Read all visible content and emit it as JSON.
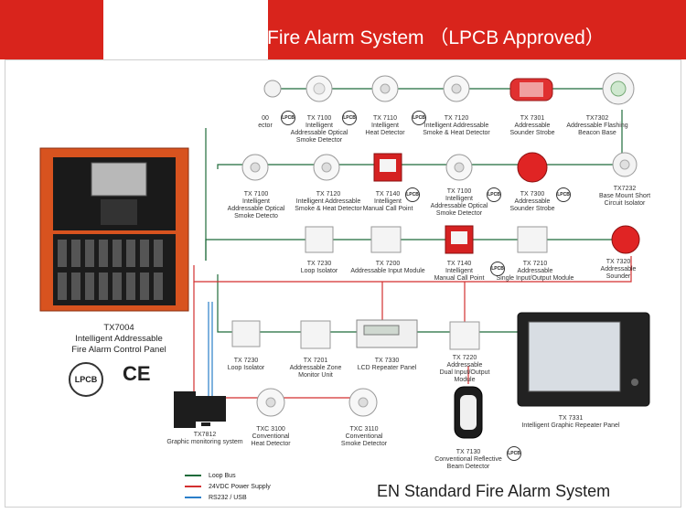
{
  "header": {
    "title": "Fire Alarm System （LPCB Approved）"
  },
  "footer": {
    "title": "EN Standard Fire Alarm System"
  },
  "colors": {
    "header": "#d9241c",
    "loop_bus": "#1e6b3a",
    "power_24v": "#d32f2f",
    "rs232_usb": "#2a7ec9"
  },
  "legend": [
    {
      "label": "Loop Bus",
      "color": "#1e6b3a"
    },
    {
      "label": "24VDC Power Supply",
      "color": "#d32f2f"
    },
    {
      "label": "RS232 / USB",
      "color": "#2a7ec9"
    }
  ],
  "panel": {
    "lines": [
      "TX7004",
      "Intelligent Addressable",
      "Fire Alarm Control Panel"
    ],
    "lpcb": "LPCB",
    "ce": "CE"
  },
  "lpcb_badge": "LPCB",
  "devices": {
    "row1": [
      {
        "id": "tx7100a_partial",
        "lines": [
          "00",
          "ector"
        ]
      },
      {
        "id": "tx7100a",
        "lines": [
          "TX 7100",
          "Intelligent",
          "Addressable Optical",
          "Smoke Detector"
        ]
      },
      {
        "id": "tx7110",
        "lines": [
          "TX 7110",
          "Intelligent",
          "Heat Detector"
        ]
      },
      {
        "id": "tx7120a",
        "lines": [
          "TX 7120",
          "Intelligent Addressable",
          "Smoke & Heat Detector"
        ]
      },
      {
        "id": "tx7301",
        "lines": [
          "TX 7301",
          "Addressable",
          "Sounder Strobe"
        ]
      },
      {
        "id": "tx7302",
        "lines": [
          "TX7302",
          "Addressable Flashing",
          "Beacon Base"
        ]
      }
    ],
    "row2": [
      {
        "id": "tx7100b",
        "lines": [
          "TX 7100",
          "Intelligent",
          "Addressable Optical",
          "Smoke Detecto"
        ]
      },
      {
        "id": "tx7120b",
        "lines": [
          "TX 7120",
          "Intelligent Addressable",
          "Smoke & Heat Detector"
        ]
      },
      {
        "id": "tx7140a",
        "lines": [
          "TX 7140",
          "Intelligent",
          "Manual Call Point"
        ]
      },
      {
        "id": "tx7100c",
        "lines": [
          "TX 7100",
          "Intelligent",
          "Addressable Optical",
          "Smoke Detector"
        ]
      },
      {
        "id": "tx7300",
        "lines": [
          "TX 7300",
          "Addressable",
          "Sounder Strobe"
        ]
      },
      {
        "id": "tx7232",
        "lines": [
          "TX7232",
          "Base Mount Short",
          "Circuit Isolator"
        ]
      }
    ],
    "row3": [
      {
        "id": "tx7230a",
        "lines": [
          "TX 7230",
          "Loop Isolator"
        ]
      },
      {
        "id": "tx7200",
        "lines": [
          "TX 7200",
          "Addressable Input Module"
        ]
      },
      {
        "id": "tx7140b",
        "lines": [
          "TX 7140",
          "Intelligent",
          "Manual Call Point"
        ]
      },
      {
        "id": "tx7210",
        "lines": [
          "TX 7210",
          "Addressable",
          "Single Input/Output Module"
        ]
      },
      {
        "id": "tx7320",
        "lines": [
          "TX 7320",
          "Addressable",
          "Sounder"
        ]
      }
    ],
    "row4": [
      {
        "id": "tx7230b",
        "lines": [
          "TX 7230",
          "Loop Isolator"
        ]
      },
      {
        "id": "tx7201",
        "lines": [
          "TX 7201",
          "Addressable Zone",
          "Monitor Unit"
        ]
      },
      {
        "id": "tx7330",
        "lines": [
          "TX 7330",
          "LCD Repeater Panel"
        ]
      },
      {
        "id": "tx7220",
        "lines": [
          "TX 7220",
          "Addressable",
          "Dual Input/Output",
          "Module"
        ]
      },
      {
        "id": "tx7331",
        "lines": [
          "TX 7331",
          "Intelligent Graphic Repeater Panel"
        ]
      }
    ],
    "row5": [
      {
        "id": "tx7812",
        "lines": [
          "TX7812",
          "Graphic monitoring system"
        ]
      },
      {
        "id": "txc3100",
        "lines": [
          "TXC 3100",
          "Conventional",
          "Heat Detector"
        ]
      },
      {
        "id": "txc3110",
        "lines": [
          "TXC 3110",
          "Conventional",
          "Smoke Detector"
        ]
      },
      {
        "id": "tx7130",
        "lines": [
          "TX 7130",
          "Conventional Reflective",
          "Beam Detector"
        ]
      }
    ]
  }
}
